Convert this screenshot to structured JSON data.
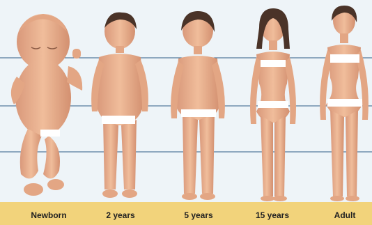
{
  "colors": {
    "background": "#eef4f8",
    "label_band": "#f2d37b",
    "skin": "#e9b08d",
    "skin_shade": "#d08f6d",
    "hair": "#4a3328",
    "guide_line": "#2e5d86",
    "censor_bar": "#ffffff",
    "label_text": "#222222"
  },
  "figures": [
    {
      "label": "Newborn",
      "icon": "newborn-figure"
    },
    {
      "label": "2 years",
      "icon": "toddler-figure"
    },
    {
      "label": "5 years",
      "icon": "child-figure"
    },
    {
      "label": "15 years",
      "icon": "teen-figure"
    },
    {
      "label": "Adult",
      "icon": "adult-figure"
    }
  ]
}
